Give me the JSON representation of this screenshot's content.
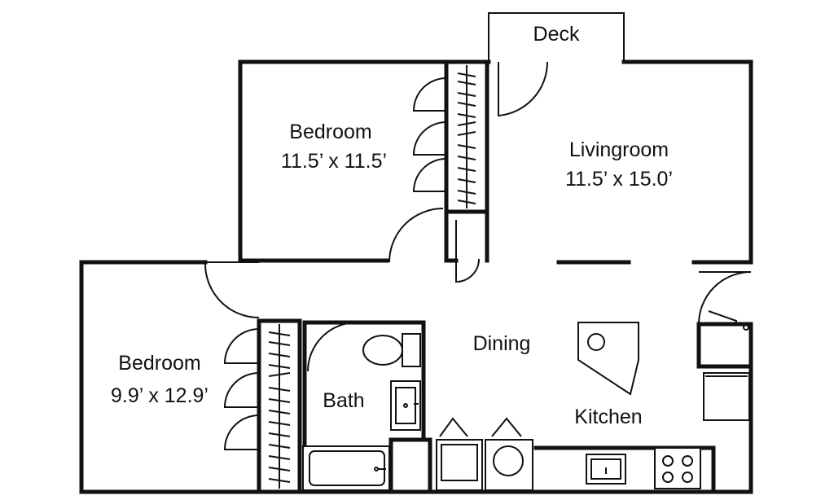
{
  "rooms": {
    "deck": {
      "name": "Deck"
    },
    "bedroom_1": {
      "name": "Bedroom",
      "dimensions": "11.5’ x 11.5’"
    },
    "livingroom": {
      "name": "Livingroom",
      "dimensions": "11.5’ x 15.0’"
    },
    "bedroom_2": {
      "name": "Bedroom",
      "dimensions": "9.9’ x 12.9’"
    },
    "bath": {
      "name": "Bath"
    },
    "dining": {
      "name": "Dining"
    },
    "kitchen": {
      "name": "Kitchen"
    }
  },
  "colors": {
    "line": "#111111",
    "background": "#ffffff"
  }
}
